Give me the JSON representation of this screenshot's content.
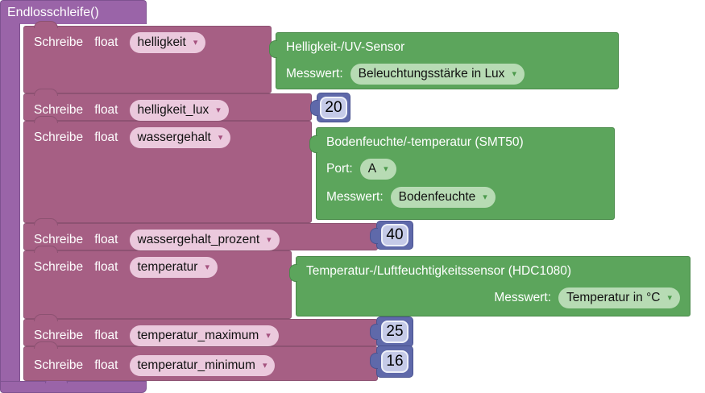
{
  "loop": {
    "label": "Endlosschleife()"
  },
  "icons": {
    "dropdown_arrow": "▾"
  },
  "colors": {
    "loop_purple": "#9A64A8",
    "statement_mauve": "#A65F84",
    "sensor_green": "#5CA55C",
    "number_blue": "#5F69AA",
    "pink_field": "#EBC9DD",
    "green_field": "#B7DBB4",
    "blue_field": "#C5CAE8"
  },
  "rows": [
    {
      "keyword": "Schreibe",
      "type": "float",
      "var": "helligkeit",
      "sensor": {
        "title": "Helligkeit-/UV-Sensor",
        "fields": [
          {
            "label": "Messwert:",
            "value": "Beleuchtungsstärke in Lux"
          }
        ]
      }
    },
    {
      "keyword": "Schreibe",
      "type": "float",
      "var": "helligkeit_lux",
      "number": "20"
    },
    {
      "keyword": "Schreibe",
      "type": "float",
      "var": "wassergehalt",
      "sensor": {
        "title": "Bodenfeuchte/-temperatur (SMT50)",
        "fields": [
          {
            "label": "Port:",
            "value": "A"
          },
          {
            "label": "Messwert:",
            "value": "Bodenfeuchte"
          }
        ]
      }
    },
    {
      "keyword": "Schreibe",
      "type": "float",
      "var": "wassergehalt_prozent",
      "number": "40"
    },
    {
      "keyword": "Schreibe",
      "type": "float",
      "var": "temperatur",
      "sensor": {
        "title": "Temperatur-/Luftfeuchtigkeitssensor (HDC1080)",
        "fields": [
          {
            "label": "Messwert:",
            "value": "Temperatur in °C"
          }
        ]
      }
    },
    {
      "keyword": "Schreibe",
      "type": "float",
      "var": "temperatur_maximum",
      "number": "25"
    },
    {
      "keyword": "Schreibe",
      "type": "float",
      "var": "temperatur_minimum",
      "number": "16"
    }
  ]
}
